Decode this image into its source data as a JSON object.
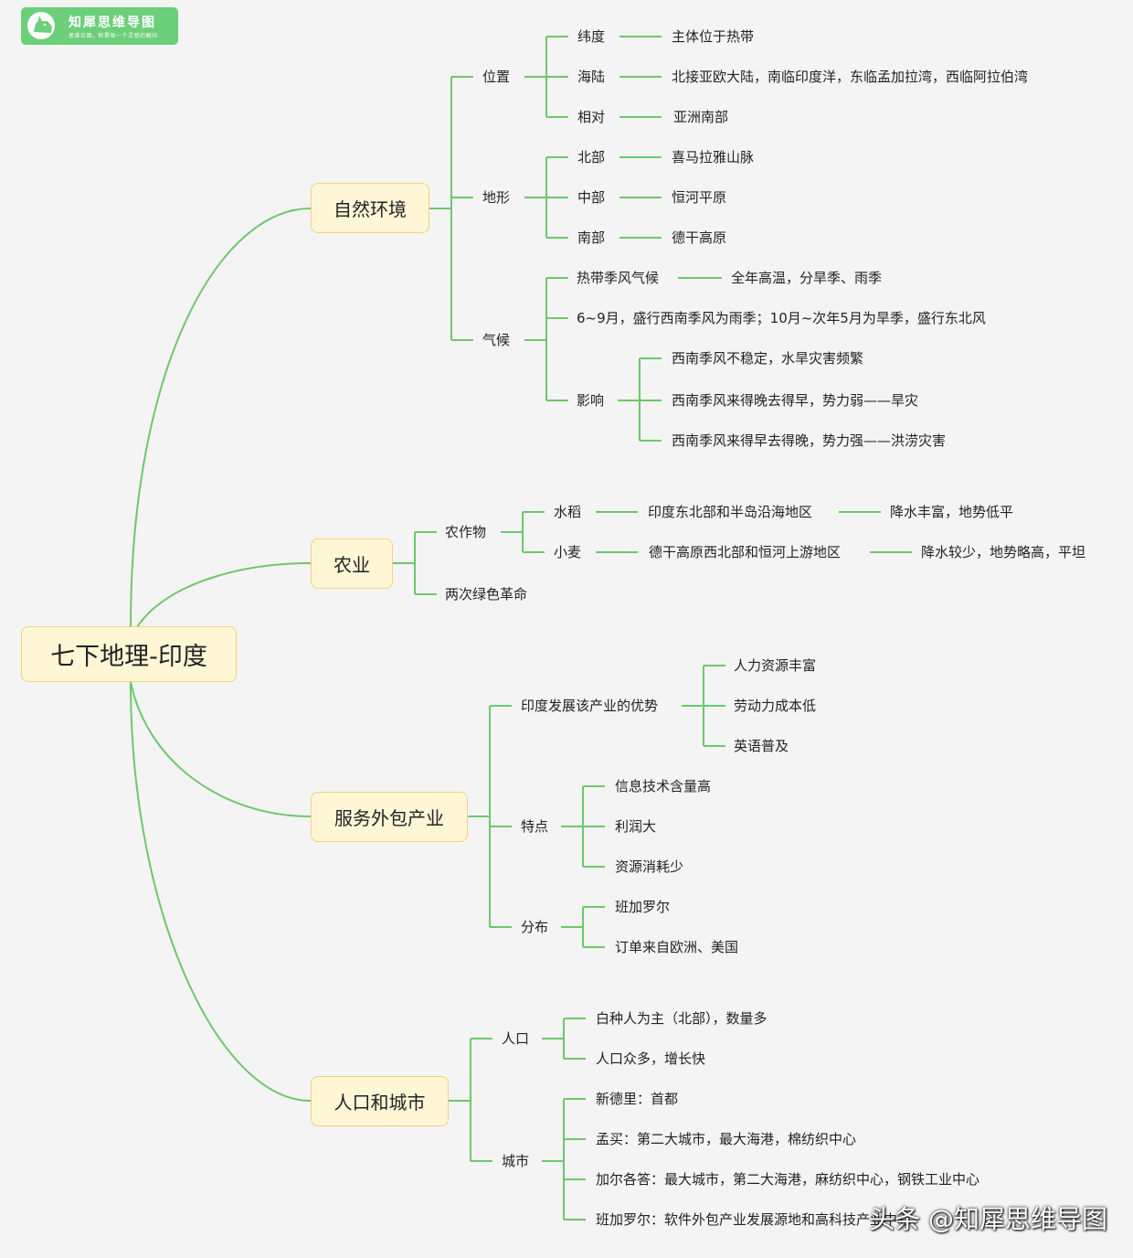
{
  "logo": {
    "title": "知犀思维导图",
    "subtitle": "思维拉面，积累每一个灵感的瞬间",
    "icon": "rhino-icon"
  },
  "watermark": "头条 @知犀思维导图",
  "root": "七下地理-印度",
  "branches": {
    "nature": "自然环境",
    "agri": "农业",
    "service": "服务外包产业",
    "pop": "人口和城市"
  },
  "nature": {
    "location": {
      "label": "位置",
      "latitude": "纬度",
      "latitude_v": "主体位于热带",
      "sealand": "海陆",
      "sealand_v": "北接亚欧大陆，南临印度洋，东临孟加拉湾，西临阿拉伯湾",
      "relative": "相对",
      "relative_v": "亚洲南部"
    },
    "terrain": {
      "label": "地形",
      "north": "北部",
      "north_v": "喜马拉雅山脉",
      "middle": "中部",
      "middle_v": "恒河平原",
      "south": "南部",
      "south_v": "德干高原"
    },
    "climate": {
      "label": "气候",
      "monsoon": "热带季风气候",
      "monsoon_v": "全年高温，分旱季、雨季",
      "season": "6~9月，盛行西南季风为雨季；10月~次年5月为旱季，盛行东北风",
      "impact": "影响",
      "impact_1": "西南季风不稳定，水旱灾害频繁",
      "impact_2": "西南季风来得晚去得早，势力弱——旱灾",
      "impact_3": "西南季风来得早去得晚，势力强——洪涝灾害"
    }
  },
  "agri": {
    "crops": "农作物",
    "rice": "水稻",
    "rice_area": "印度东北部和半岛沿海地区",
    "rice_cond": "降水丰富，地势低平",
    "wheat": "小麦",
    "wheat_area": "德干高原西北部和恒河上游地区",
    "wheat_cond": "降水较少，地势略高，平坦",
    "green": "两次绿色革命"
  },
  "service": {
    "adv": "印度发展该产业的优势",
    "adv_1": "人力资源丰富",
    "adv_2": "劳动力成本低",
    "adv_3": "英语普及",
    "feat": "特点",
    "feat_1": "信息技术含量高",
    "feat_2": "利润大",
    "feat_3": "资源消耗少",
    "dist": "分布",
    "dist_1": "班加罗尔",
    "dist_2": "订单来自欧洲、美国"
  },
  "pop": {
    "people": "人口",
    "people_1": "白种人为主（北部），数量多",
    "people_2": "人口众多，增长快",
    "city": "城市",
    "city_1": "新德里：首都",
    "city_2": "孟买：第二大城市，最大海港，棉纺织中心",
    "city_3": "加尔各答：最大城市，第二大海港，麻纺织中心，钢铁工业中心",
    "city_4": "班加罗尔：软件外包产业发展源地和高科技产业中心"
  }
}
